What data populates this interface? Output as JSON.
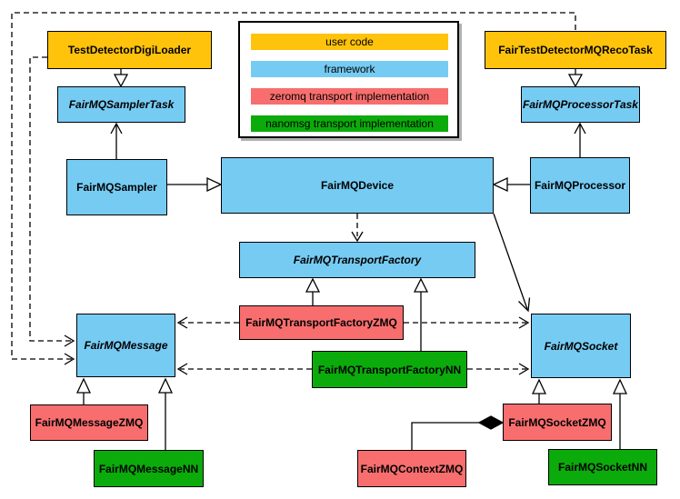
{
  "colors": {
    "user_code": "#FFC30B",
    "framework": "#76CBF3",
    "zeromq": "#F86E6E",
    "nanomsg": "#0BAB0B"
  },
  "legend": {
    "items": [
      {
        "label": "user code",
        "color_key": "user_code"
      },
      {
        "label": "framework",
        "color_key": "framework"
      },
      {
        "label": "zeromq transport implementation",
        "color_key": "zeromq"
      },
      {
        "label": "nanomsg transport implementation",
        "color_key": "nanomsg"
      }
    ]
  },
  "nodes": {
    "test_detector_digi_loader": {
      "label": "TestDetectorDigiLoader",
      "category": "user code",
      "abstract": false
    },
    "fair_test_detector_mq_reco_task": {
      "label": "FairTestDetectorMQRecoTask",
      "category": "user code",
      "abstract": false
    },
    "fairmq_sampler_task": {
      "label": "FairMQSamplerTask",
      "category": "framework",
      "abstract": true
    },
    "fairmq_processor_task": {
      "label": "FairMQProcessorTask",
      "category": "framework",
      "abstract": true
    },
    "fairmq_sampler": {
      "label": "FairMQSampler",
      "category": "framework",
      "abstract": false
    },
    "fairmq_device": {
      "label": "FairMQDevice",
      "category": "framework",
      "abstract": false
    },
    "fairmq_processor": {
      "label": "FairMQProcessor",
      "category": "framework",
      "abstract": false
    },
    "fairmq_transport_factory": {
      "label": "FairMQTransportFactory",
      "category": "framework",
      "abstract": true
    },
    "fairmq_transport_factory_zmq": {
      "label": "FairMQTransportFactoryZMQ",
      "category": "zeromq transport implementation",
      "abstract": false
    },
    "fairmq_transport_factory_nn": {
      "label": "FairMQTransportFactoryNN",
      "category": "nanomsg transport implementation",
      "abstract": false
    },
    "fairmq_message": {
      "label": "FairMQMessage",
      "category": "framework",
      "abstract": true
    },
    "fairmq_socket": {
      "label": "FairMQSocket",
      "category": "framework",
      "abstract": true
    },
    "fairmq_message_zmq": {
      "label": "FairMQMessageZMQ",
      "category": "zeromq transport implementation",
      "abstract": false
    },
    "fairmq_message_nn": {
      "label": "FairMQMessageNN",
      "category": "nanomsg transport implementation",
      "abstract": false
    },
    "fairmq_socket_zmq": {
      "label": "FairMQSocketZMQ",
      "category": "zeromq transport implementation",
      "abstract": false
    },
    "fairmq_context_zmq": {
      "label": "FairMQContextZMQ",
      "category": "zeromq transport implementation",
      "abstract": false
    },
    "fairmq_socket_nn": {
      "label": "FairMQSocketNN",
      "category": "nanomsg transport implementation",
      "abstract": false
    }
  },
  "edges": [
    {
      "from": "TestDetectorDigiLoader",
      "to": "FairMQSamplerTask",
      "type": "inheritance"
    },
    {
      "from": "FairTestDetectorMQRecoTask",
      "to": "FairMQProcessorTask",
      "type": "inheritance"
    },
    {
      "from": "FairMQSampler",
      "to": "FairMQSamplerTask",
      "type": "association-arrow"
    },
    {
      "from": "FairMQProcessor",
      "to": "FairMQProcessorTask",
      "type": "association-arrow"
    },
    {
      "from": "FairMQSampler",
      "to": "FairMQDevice",
      "type": "inheritance"
    },
    {
      "from": "FairMQProcessor",
      "to": "FairMQDevice",
      "type": "inheritance"
    },
    {
      "from": "FairMQDevice",
      "to": "FairMQTransportFactory",
      "type": "dashed-dependency"
    },
    {
      "from": "FairMQDevice",
      "to": "FairMQSocket",
      "type": "association-arrow"
    },
    {
      "from": "FairMQTransportFactoryZMQ",
      "to": "FairMQTransportFactory",
      "type": "inheritance"
    },
    {
      "from": "FairMQTransportFactoryNN",
      "to": "FairMQTransportFactory",
      "type": "inheritance"
    },
    {
      "from": "FairMQTransportFactoryZMQ",
      "to": "FairMQMessage",
      "type": "dashed-dependency"
    },
    {
      "from": "FairMQTransportFactoryZMQ",
      "to": "FairMQSocket",
      "type": "dashed-dependency"
    },
    {
      "from": "FairMQTransportFactoryNN",
      "to": "FairMQMessage",
      "type": "dashed-dependency"
    },
    {
      "from": "FairMQTransportFactoryNN",
      "to": "FairMQSocket",
      "type": "dashed-dependency"
    },
    {
      "from": "TestDetectorDigiLoader",
      "to": "FairMQMessage",
      "type": "dashed-dependency"
    },
    {
      "from": "FairTestDetectorMQRecoTask",
      "to": "FairMQMessage",
      "type": "dashed-dependency"
    },
    {
      "from": "FairMQMessageZMQ",
      "to": "FairMQMessage",
      "type": "inheritance"
    },
    {
      "from": "FairMQMessageNN",
      "to": "FairMQMessage",
      "type": "inheritance"
    },
    {
      "from": "FairMQSocketZMQ",
      "to": "FairMQSocket",
      "type": "inheritance"
    },
    {
      "from": "FairMQSocketNN",
      "to": "FairMQSocket",
      "type": "inheritance"
    },
    {
      "from": "FairMQSocketZMQ",
      "to": "FairMQContextZMQ",
      "type": "composition"
    }
  ]
}
